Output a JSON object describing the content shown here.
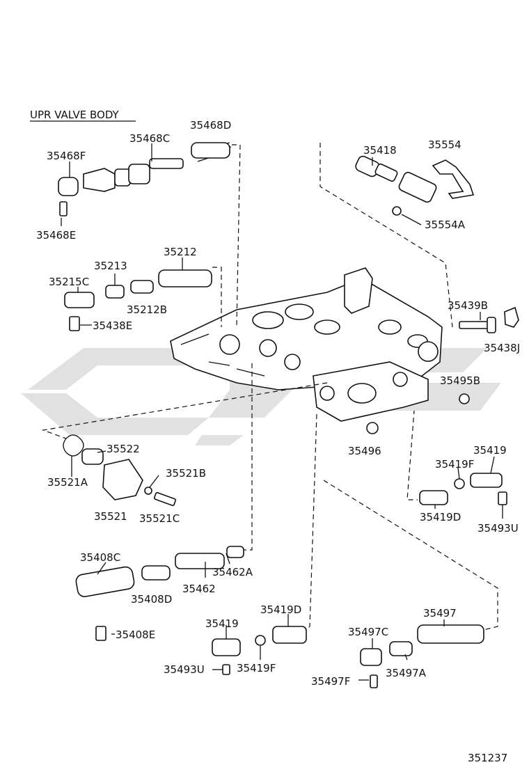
{
  "title": "UPR VALVE BODY",
  "diagram_id": "351237",
  "parts": {
    "p35468F": "35468F",
    "p35468C": "35468C",
    "p35468D": "35468D",
    "p35468E": "35468E",
    "p35418": "35418",
    "p35554": "35554",
    "p35554A": "35554A",
    "p35213": "35213",
    "p35212": "35212",
    "p35215C": "35215C",
    "p35212B": "35212B",
    "p35438E": "35438E",
    "p35439B": "35439B",
    "p35438J": "35438J",
    "p35495B": "35495B",
    "p35496": "35496",
    "p35522": "35522",
    "p35521A": "35521A",
    "p35521B": "35521B",
    "p35521": "35521",
    "p35521C": "35521C",
    "p35419_r": "35419",
    "p35419F_r": "35419F",
    "p35419D_r": "35419D",
    "p35493U_r": "35493U",
    "p35408C": "35408C",
    "p35462A": "35462A",
    "p35408D": "35408D",
    "p35462": "35462",
    "p35408E": "35408E",
    "p35419D_b": "35419D",
    "p35419_b": "35419",
    "p35497": "35497",
    "p35497C": "35497C",
    "p35493U_b": "35493U",
    "p35419F_b": "35419F",
    "p35497A": "35497A",
    "p35497F": "35497F"
  }
}
